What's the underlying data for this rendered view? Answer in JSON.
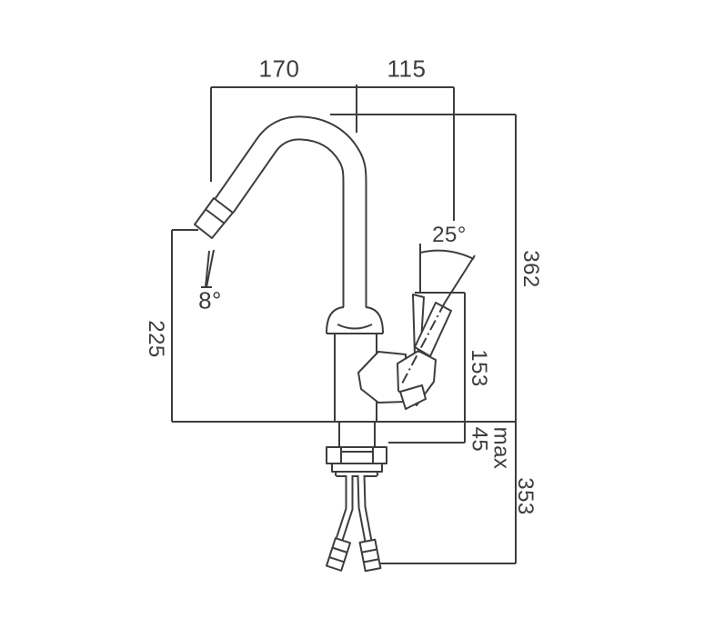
{
  "drawing": {
    "background": "#ffffff",
    "line_color": "#3d3d3d",
    "labels": {
      "spout_reach": "170",
      "handle_reach": "115",
      "lever_angle": "25°",
      "outlet_angle": "8°",
      "outlet_height": "225",
      "overall_height": "362",
      "lever_height": "153",
      "deck_max_word": "max",
      "deck_max_value": "45",
      "below_deck_length": "353"
    }
  }
}
